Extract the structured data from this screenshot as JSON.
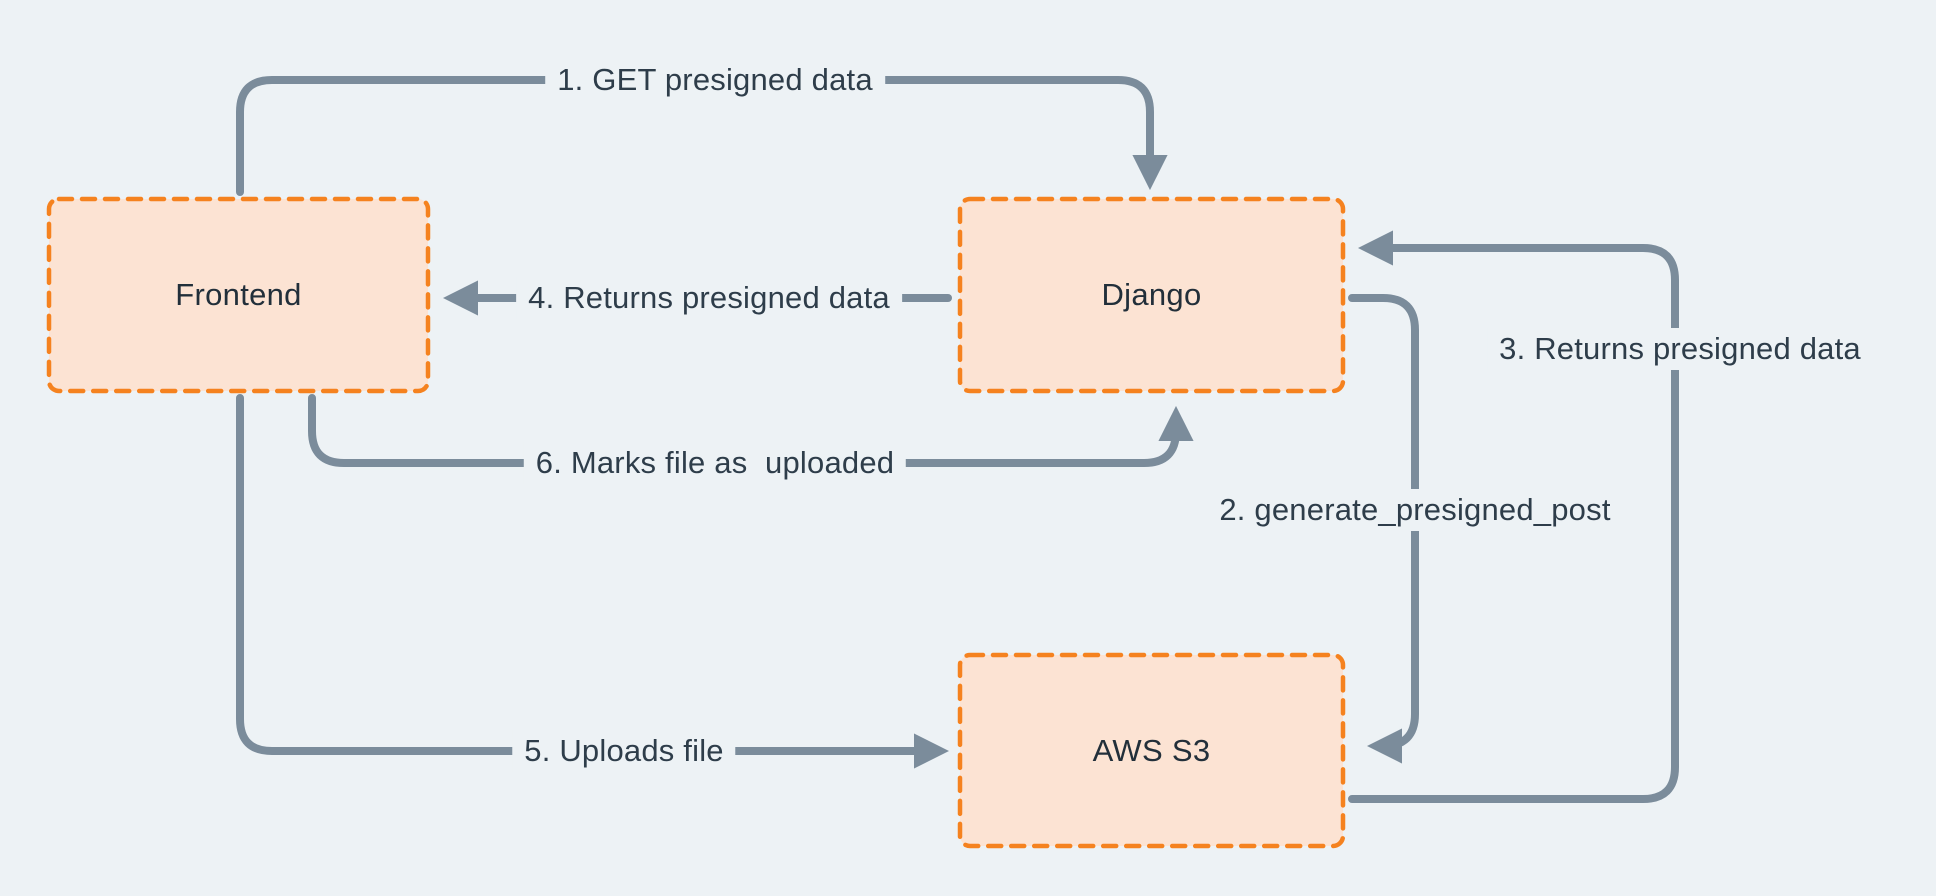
{
  "colors": {
    "background": "#edf2f5",
    "node_fill": "#fce3d3",
    "node_border": "#f5821f",
    "arrow": "#7b8c9b",
    "text": "#2e3d4a"
  },
  "nodes": [
    {
      "id": "frontend",
      "label": "Frontend"
    },
    {
      "id": "django",
      "label": "Django"
    },
    {
      "id": "aws-s3",
      "label": "AWS S3"
    }
  ],
  "edges": [
    {
      "id": "1",
      "from": "frontend",
      "to": "django",
      "label": "1. GET presigned data"
    },
    {
      "id": "2",
      "from": "django",
      "to": "aws-s3",
      "label": "2. generate_presigned_post"
    },
    {
      "id": "3",
      "from": "aws-s3",
      "to": "django",
      "label": "3. Returns presigned data"
    },
    {
      "id": "4",
      "from": "django",
      "to": "frontend",
      "label": "4. Returns presigned data"
    },
    {
      "id": "5",
      "from": "frontend",
      "to": "aws-s3",
      "label": "5. Uploads file"
    },
    {
      "id": "6",
      "from": "frontend",
      "to": "django",
      "label": "6. Marks file as  uploaded"
    }
  ]
}
